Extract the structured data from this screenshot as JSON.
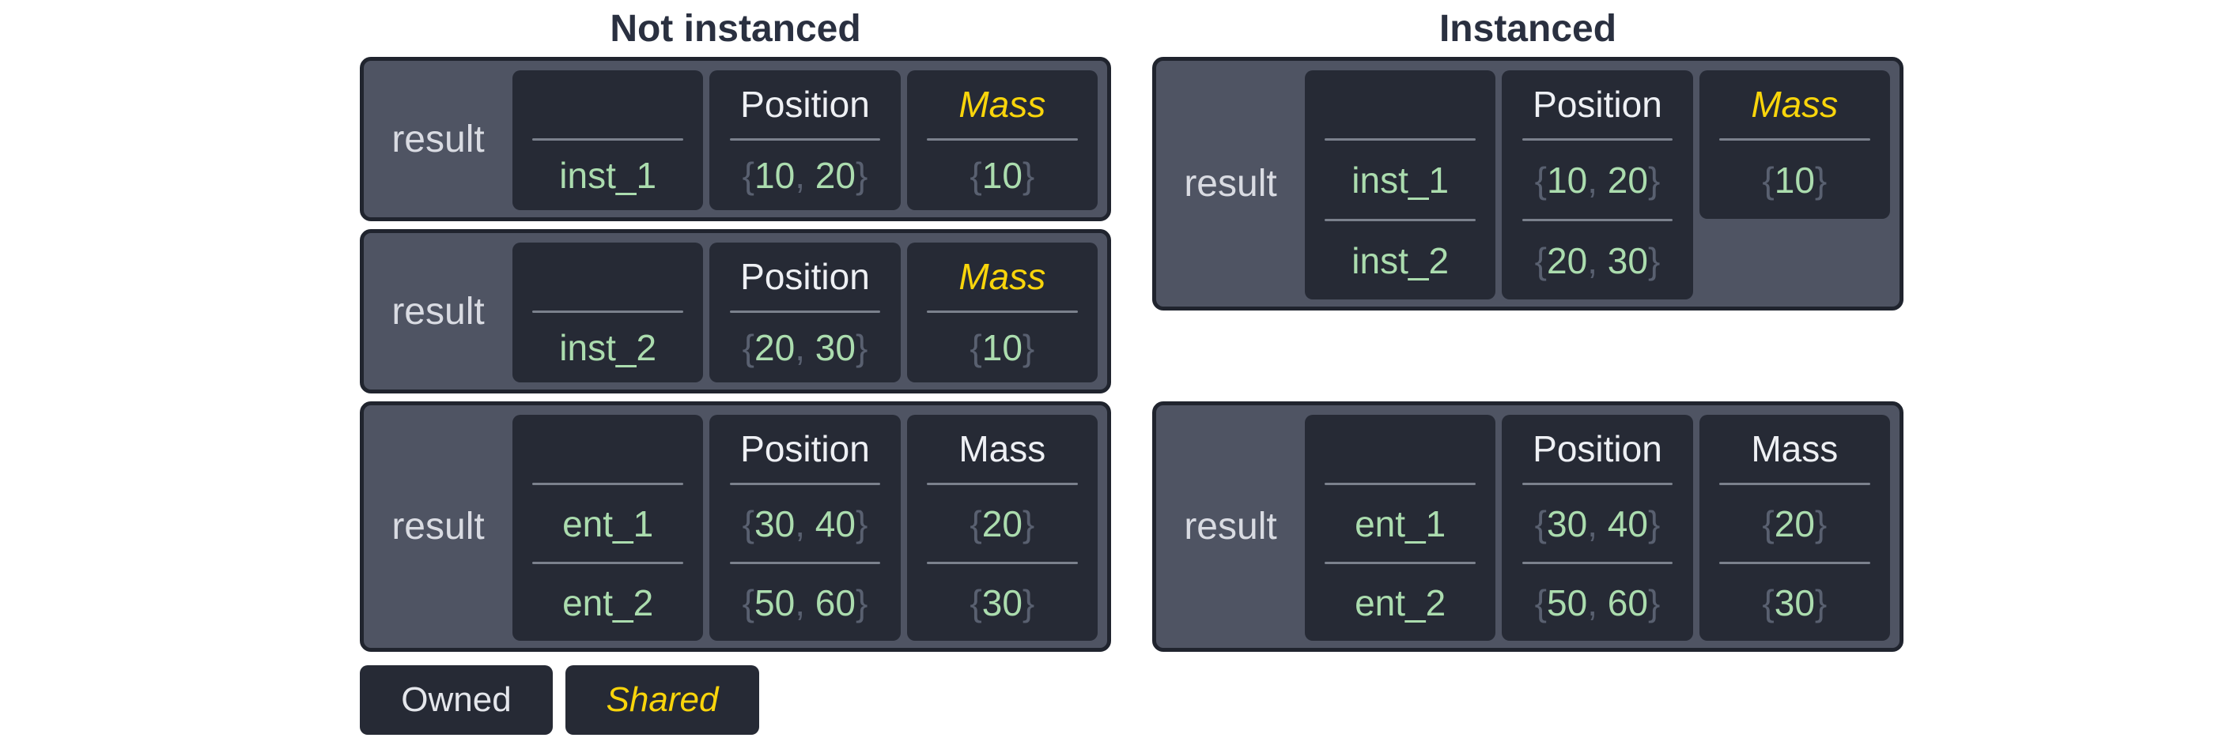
{
  "titles": {
    "left": "Not instanced",
    "right": "Instanced"
  },
  "legend": {
    "owned_label": "Owned",
    "shared_label": "Shared"
  },
  "colors": {
    "page_background": "#ffffff",
    "title_text": "#2a3040",
    "table_background": "#4f5463",
    "table_border": "#20242e",
    "cell_background": "#262a35",
    "result_label_text": "#d9dbe2",
    "owned_header_text": "#eef0f4",
    "shared_header_text": "#f9d50b",
    "value_text": "#abdcae",
    "punctuation_text": "#596070",
    "separator_line": "#7b818d"
  },
  "tables": [
    {
      "id": "not-instanced-inst1",
      "label": "result",
      "cells": [
        {
          "header": "",
          "shared": false,
          "kind": "names",
          "rows": [
            "inst_1"
          ]
        },
        {
          "header": "Position",
          "shared": false,
          "kind": "values",
          "rows": [
            "{10, 20}"
          ]
        },
        {
          "header": "Mass",
          "shared": true,
          "kind": "values",
          "rows": [
            "{10}"
          ]
        }
      ]
    },
    {
      "id": "not-instanced-inst2",
      "label": "result",
      "cells": [
        {
          "header": "",
          "shared": false,
          "kind": "names",
          "rows": [
            "inst_2"
          ]
        },
        {
          "header": "Position",
          "shared": false,
          "kind": "values",
          "rows": [
            "{20, 30}"
          ]
        },
        {
          "header": "Mass",
          "shared": true,
          "kind": "values",
          "rows": [
            "{10}"
          ]
        }
      ]
    },
    {
      "id": "not-instanced-entities",
      "label": "result",
      "cells": [
        {
          "header": "",
          "shared": false,
          "kind": "names",
          "rows": [
            "ent_1",
            "ent_2"
          ]
        },
        {
          "header": "Position",
          "shared": false,
          "kind": "values",
          "rows": [
            "{30, 40}",
            "{50, 60}"
          ]
        },
        {
          "header": "Mass",
          "shared": false,
          "kind": "values",
          "rows": [
            "{20}",
            "{30}"
          ]
        }
      ]
    },
    {
      "id": "instanced-instances",
      "label": "result",
      "cells": [
        {
          "header": "",
          "shared": false,
          "kind": "names",
          "rows": [
            "inst_1",
            "inst_2"
          ]
        },
        {
          "header": "Position",
          "shared": false,
          "kind": "values",
          "rows": [
            "{10, 20}",
            "{20, 30}"
          ]
        },
        {
          "header": "Mass",
          "shared": true,
          "kind": "values",
          "rows": [
            "{10}"
          ]
        }
      ]
    },
    {
      "id": "instanced-entities",
      "label": "result",
      "cells": [
        {
          "header": "",
          "shared": false,
          "kind": "names",
          "rows": [
            "ent_1",
            "ent_2"
          ]
        },
        {
          "header": "Position",
          "shared": false,
          "kind": "values",
          "rows": [
            "{30, 40}",
            "{50, 60}"
          ]
        },
        {
          "header": "Mass",
          "shared": false,
          "kind": "values",
          "rows": [
            "{20}",
            "{30}"
          ]
        }
      ]
    }
  ]
}
